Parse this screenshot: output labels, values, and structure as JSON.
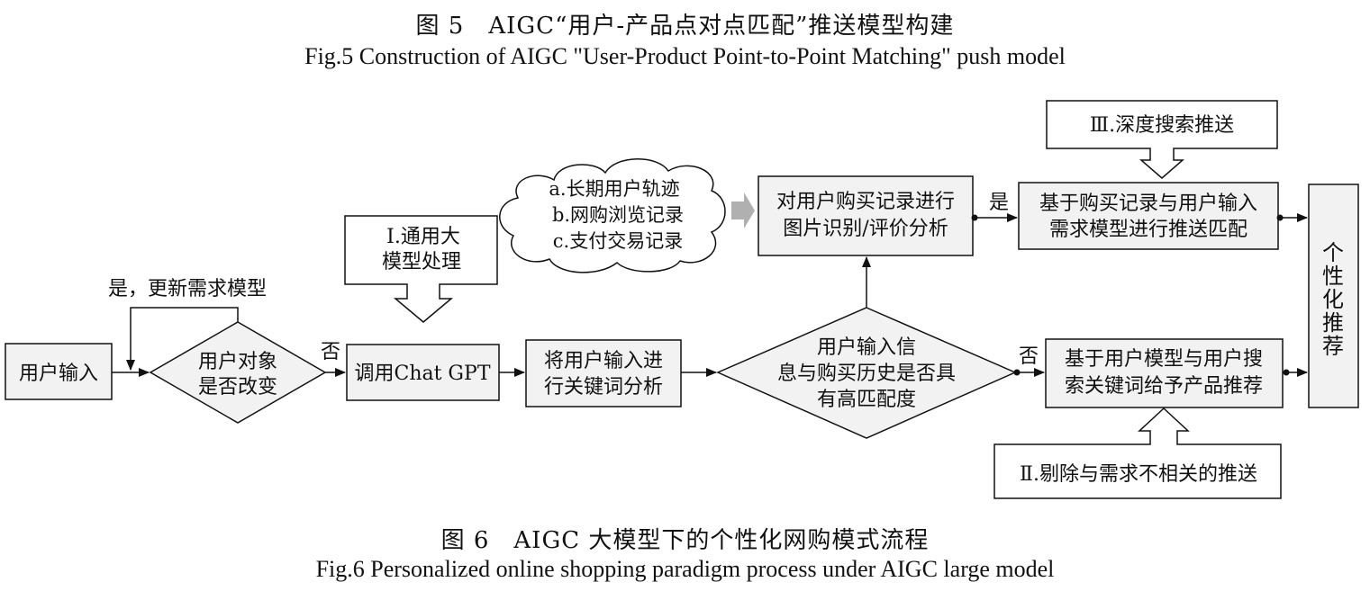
{
  "fig5": {
    "title_cn": "图 5　AIGC“用户-产品点对点匹配”推送模型构建",
    "title_en": "Fig.5 Construction of AIGC \"User-Product Point-to-Point Matching\" push model"
  },
  "fig6": {
    "title_cn": "图 6　AIGC 大模型下的个性化网购模式流程",
    "title_en": "Fig.6 Personalized online shopping paradigm process under AIGC large model"
  },
  "flow": {
    "user_input": "用户输入",
    "decision_change": [
      "用户对象",
      "是否改变"
    ],
    "yes_update": "是，更新需求模型",
    "no_label": "否",
    "call_gpt": "调用Chat GPT",
    "general_model": [
      "Ⅰ.通用大",
      "模型处理"
    ],
    "keyword_analysis": [
      "将用户输入进",
      "行关键词分析"
    ],
    "decision_match": [
      "用户输入信",
      "息与购买历史是否具",
      "有高匹配度"
    ],
    "yes_label": "是",
    "no_label2": "否",
    "data_cloud": [
      "a.长期用户轨迹",
      "b.网购浏览记录",
      "c.支付交易记录"
    ],
    "image_analysis": [
      "对用户购买记录进行",
      "图片识别/评价分析"
    ],
    "deep_search": "Ⅲ.深度搜索推送",
    "purchase_match": [
      "基于购买记录与用户输入",
      "需求模型进行推送匹配"
    ],
    "keyword_recommend": [
      "基于用户模型与用户搜",
      "索关键词给予产品推荐"
    ],
    "remove_irrelevant": "Ⅱ.剔除与需求不相关的推送",
    "personalized": [
      "个",
      "性",
      "化",
      "推",
      "荐"
    ]
  }
}
